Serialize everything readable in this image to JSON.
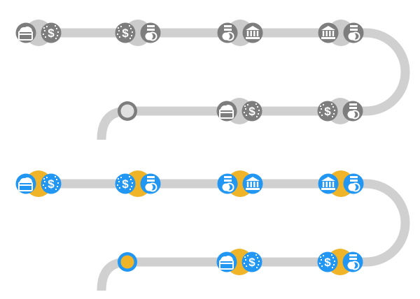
{
  "colors": {
    "track": "#d0d0d0",
    "gray_circle": "#7d7d7d",
    "gray_halo": "#cbcbcb",
    "blue_circle": "#2196f3",
    "gold_halo": "#f0b429",
    "icon_fill": "#ffffff"
  },
  "flows": [
    {
      "id": "flow-inactive",
      "theme": "gray",
      "end_marker": "ring",
      "nodes": [
        {
          "icons": [
            "wallet-icon",
            "dollar-icon"
          ]
        },
        {
          "icons": [
            "dollar-icon",
            "document-coins-icon"
          ]
        },
        {
          "icons": [
            "document-coins-icon",
            "bank-icon"
          ]
        },
        {
          "icons": [
            "bank-icon",
            "document-coins-icon"
          ]
        },
        {
          "icons": [
            "dollar-icon",
            "document-coins-icon"
          ]
        },
        {
          "icons": [
            "wallet-icon",
            "dollar-icon"
          ]
        }
      ]
    },
    {
      "id": "flow-active",
      "theme": "color",
      "end_marker": "filled-dot",
      "nodes": [
        {
          "icons": [
            "wallet-icon",
            "dollar-icon"
          ]
        },
        {
          "icons": [
            "dollar-icon",
            "document-coins-icon"
          ]
        },
        {
          "icons": [
            "document-coins-icon",
            "bank-icon"
          ]
        },
        {
          "icons": [
            "bank-icon",
            "document-coins-icon"
          ]
        },
        {
          "icons": [
            "dollar-icon",
            "document-coins-icon"
          ]
        },
        {
          "icons": [
            "wallet-icon",
            "dollar-icon"
          ]
        }
      ]
    }
  ]
}
